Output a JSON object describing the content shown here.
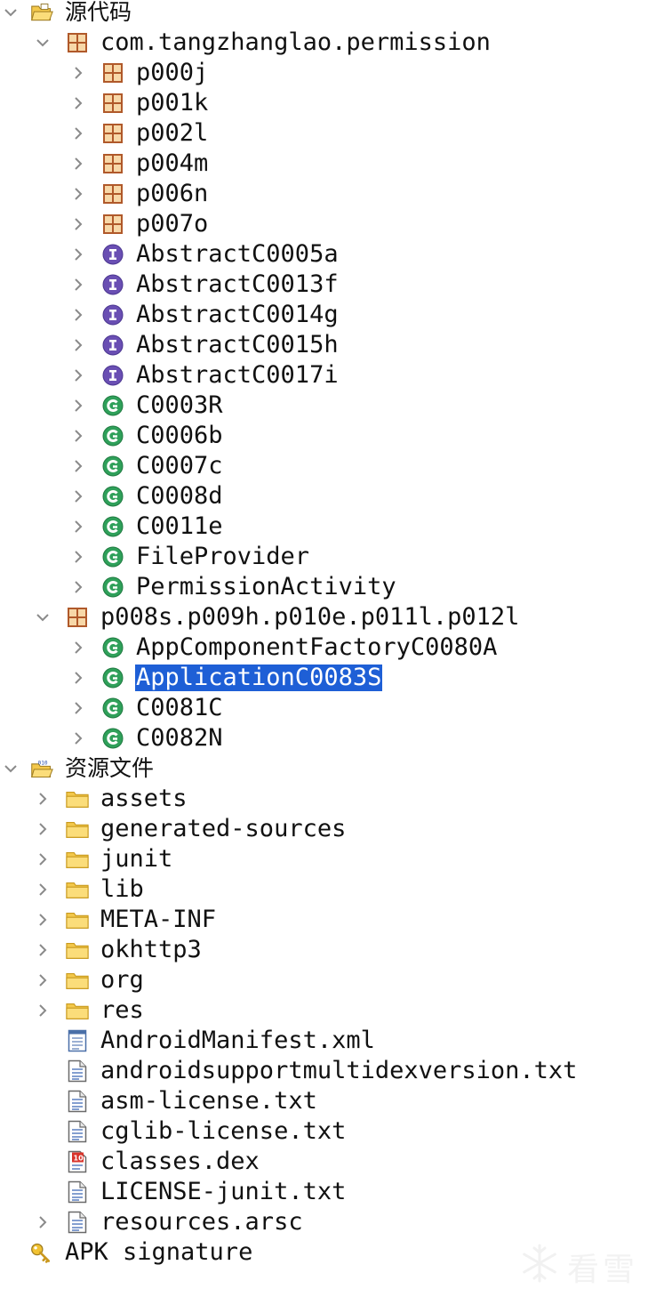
{
  "tree": [
    {
      "label": "源代码",
      "depth": 0,
      "expander": "expanded",
      "icon": "source-folder-icon",
      "zh": true
    },
    {
      "label": "com.tangzhanglao.permission",
      "depth": 1,
      "expander": "expanded",
      "icon": "package-icon"
    },
    {
      "label": "p000j",
      "depth": 2,
      "expander": "collapsed",
      "icon": "package-icon"
    },
    {
      "label": "p001k",
      "depth": 2,
      "expander": "collapsed",
      "icon": "package-icon"
    },
    {
      "label": "p002l",
      "depth": 2,
      "expander": "collapsed",
      "icon": "package-icon"
    },
    {
      "label": "p004m",
      "depth": 2,
      "expander": "collapsed",
      "icon": "package-icon"
    },
    {
      "label": "p006n",
      "depth": 2,
      "expander": "collapsed",
      "icon": "package-icon"
    },
    {
      "label": "p007o",
      "depth": 2,
      "expander": "collapsed",
      "icon": "package-icon"
    },
    {
      "label": "AbstractC0005a",
      "depth": 2,
      "expander": "collapsed",
      "icon": "interface-icon"
    },
    {
      "label": "AbstractC0013f",
      "depth": 2,
      "expander": "collapsed",
      "icon": "interface-icon"
    },
    {
      "label": "AbstractC0014g",
      "depth": 2,
      "expander": "collapsed",
      "icon": "interface-icon"
    },
    {
      "label": "AbstractC0015h",
      "depth": 2,
      "expander": "collapsed",
      "icon": "interface-icon"
    },
    {
      "label": "AbstractC0017i",
      "depth": 2,
      "expander": "collapsed",
      "icon": "interface-icon"
    },
    {
      "label": "C0003R",
      "depth": 2,
      "expander": "collapsed",
      "icon": "class-icon"
    },
    {
      "label": "C0006b",
      "depth": 2,
      "expander": "collapsed",
      "icon": "class-icon"
    },
    {
      "label": "C0007c",
      "depth": 2,
      "expander": "collapsed",
      "icon": "class-icon"
    },
    {
      "label": "C0008d",
      "depth": 2,
      "expander": "collapsed",
      "icon": "class-icon"
    },
    {
      "label": "C0011e",
      "depth": 2,
      "expander": "collapsed",
      "icon": "class-icon"
    },
    {
      "label": "FileProvider",
      "depth": 2,
      "expander": "collapsed",
      "icon": "class-icon"
    },
    {
      "label": "PermissionActivity",
      "depth": 2,
      "expander": "collapsed",
      "icon": "class-icon"
    },
    {
      "label": "p008s.p009h.p010e.p011l.p012l",
      "depth": 1,
      "expander": "expanded",
      "icon": "package-icon"
    },
    {
      "label": "AppComponentFactoryC0080A",
      "depth": 2,
      "expander": "collapsed",
      "icon": "class-icon"
    },
    {
      "label": "ApplicationC0083S",
      "depth": 2,
      "expander": "collapsed",
      "icon": "class-icon",
      "selected": true
    },
    {
      "label": "C0081C",
      "depth": 2,
      "expander": "collapsed",
      "icon": "class-icon"
    },
    {
      "label": "C0082N",
      "depth": 2,
      "expander": "collapsed",
      "icon": "class-icon"
    },
    {
      "label": "资源文件",
      "depth": 0,
      "expander": "expanded",
      "icon": "resource-folder-icon",
      "zh": true
    },
    {
      "label": "assets",
      "depth": 1,
      "expander": "collapsed",
      "icon": "folder-icon"
    },
    {
      "label": "generated-sources",
      "depth": 1,
      "expander": "collapsed",
      "icon": "folder-icon"
    },
    {
      "label": "junit",
      "depth": 1,
      "expander": "collapsed",
      "icon": "folder-icon"
    },
    {
      "label": "lib",
      "depth": 1,
      "expander": "collapsed",
      "icon": "folder-icon"
    },
    {
      "label": "META-INF",
      "depth": 1,
      "expander": "collapsed",
      "icon": "folder-icon"
    },
    {
      "label": "okhttp3",
      "depth": 1,
      "expander": "collapsed",
      "icon": "folder-icon"
    },
    {
      "label": "org",
      "depth": 1,
      "expander": "collapsed",
      "icon": "folder-icon"
    },
    {
      "label": "res",
      "depth": 1,
      "expander": "collapsed",
      "icon": "folder-icon"
    },
    {
      "label": "AndroidManifest.xml",
      "depth": 1,
      "expander": "none",
      "icon": "xml-file-icon"
    },
    {
      "label": "androidsupportmultidexversion.txt",
      "depth": 1,
      "expander": "none",
      "icon": "text-file-icon"
    },
    {
      "label": "asm-license.txt",
      "depth": 1,
      "expander": "none",
      "icon": "text-file-icon"
    },
    {
      "label": "cglib-license.txt",
      "depth": 1,
      "expander": "none",
      "icon": "text-file-icon"
    },
    {
      "label": "classes.dex",
      "depth": 1,
      "expander": "none",
      "icon": "dex-file-icon"
    },
    {
      "label": "LICENSE-junit.txt",
      "depth": 1,
      "expander": "none",
      "icon": "text-file-icon"
    },
    {
      "label": "resources.arsc",
      "depth": 1,
      "expander": "collapsed",
      "icon": "text-file-icon"
    },
    {
      "label": "APK signature",
      "depth": 0,
      "expander": "none",
      "icon": "key-icon"
    }
  ],
  "watermark": {
    "text": "看雪",
    "icon": "snowflake-icon"
  },
  "colors": {
    "selection": "#1e5fd6",
    "package": "#b0592a",
    "interface": "#6a4fb3",
    "class": "#2fa05a",
    "folder": "#f3c84b",
    "chevron": "#8a8a8a"
  }
}
